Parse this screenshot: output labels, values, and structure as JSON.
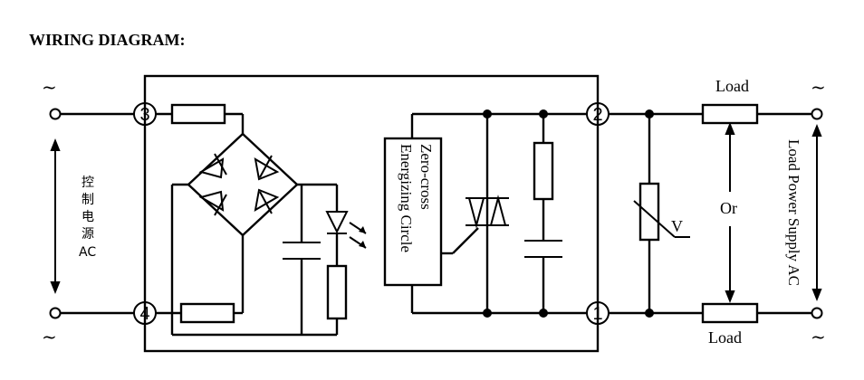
{
  "title": "WIRING DIAGRAM:",
  "control_source": {
    "label_chars": [
      "控",
      "制",
      "电",
      "源"
    ],
    "ac": "AC",
    "tilde_top": "~",
    "tilde_bottom": "~"
  },
  "terminals": {
    "t1": "1",
    "t2": "2",
    "t3": "3",
    "t4": "4"
  },
  "zero_cross_module": {
    "line1": "Zero-cross",
    "line2": "Energizing  Circle"
  },
  "varistor_label": "V",
  "load_side": {
    "load_top": "Load",
    "load_bottom": "Load",
    "or": "Or",
    "supply_label": "Load Power Supply AC",
    "tilde_top": "~",
    "tilde_bottom": "~"
  }
}
